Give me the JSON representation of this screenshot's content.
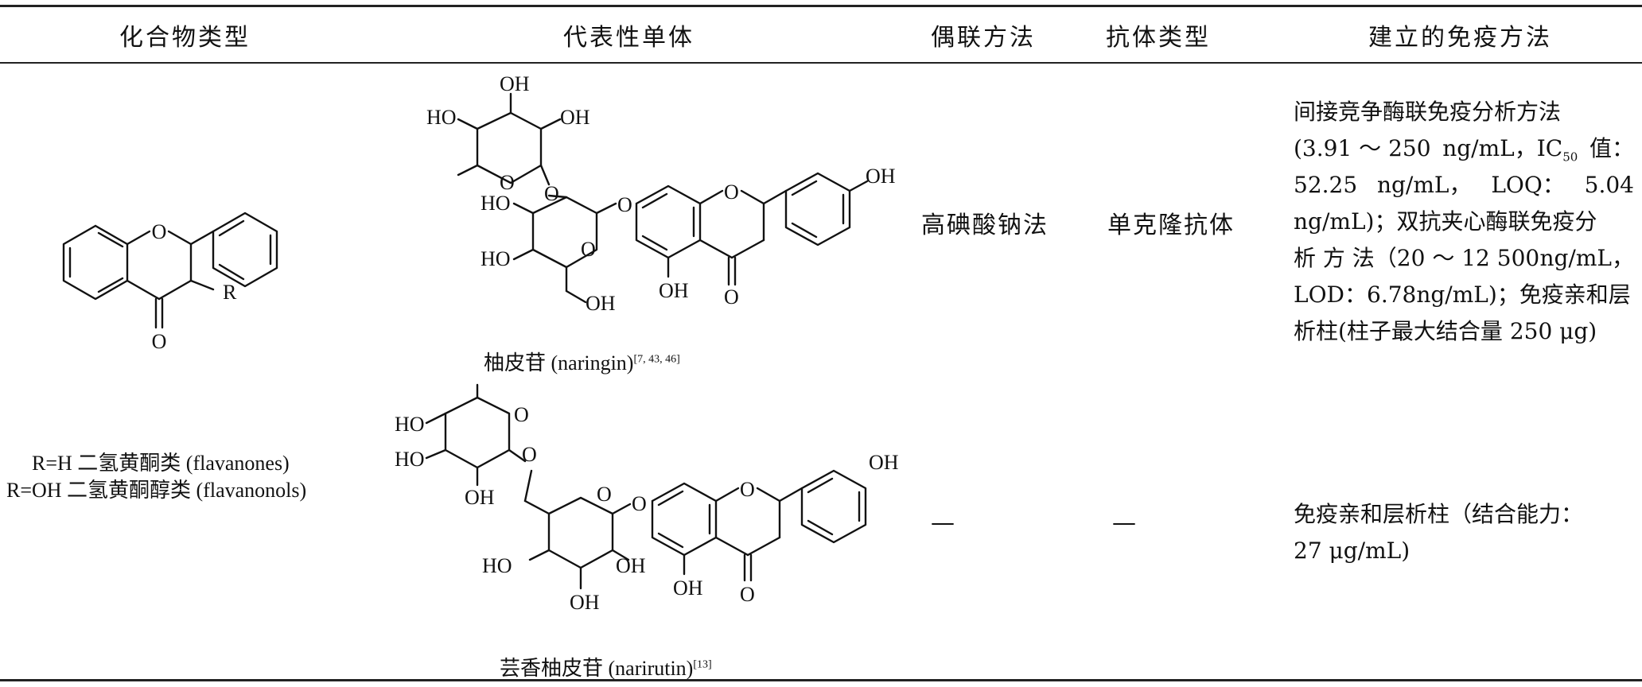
{
  "header": {
    "col1": "化合物类型",
    "col2": "代表性单体",
    "col3": "偶联方法",
    "col4": "抗体类型",
    "col5": "建立的免疫方法"
  },
  "compound": {
    "label_r": "R",
    "label_o_ring": "O",
    "label_o_keto": "O",
    "line1": "R=H 二氢黄酮类 (flavanones)",
    "line2": "R=OH 二氢黄酮醇类 (flavanonols)"
  },
  "structure_labels": {
    "oh": "OH",
    "ho": "HO",
    "o": "O"
  },
  "rows": [
    {
      "monomer_name": "柚皮苷 (naringin)",
      "monomer_ref": "[7, 43, 46]",
      "coupling": "高碘酸钠法",
      "antibody": "单克隆抗体",
      "method_lines": [
        [
          "间接竞争酶联免疫分析方法"
        ],
        [
          "(3.91 ～ 250",
          "ng/mL，IC",
          "值："
        ],
        [
          "52.25",
          "ng/mL，",
          "LOQ：",
          "5.04"
        ],
        [
          "ng/mL)；双抗夹心酶联免疫分"
        ],
        [
          "析 方 法（20 ～ 12 500",
          "ng/mL，"
        ],
        [
          "LOD：6.78ng/mL)；免疫亲和层"
        ],
        [
          "析柱(柱子最大结合量 250 μg)"
        ]
      ],
      "ic_subscript": "50"
    },
    {
      "monomer_name": "芸香柚皮苷 (narirutin)",
      "monomer_ref": "[13]",
      "coupling": "—",
      "antibody": "—",
      "method_lines": [
        [
          "免疫亲和层析柱（结合能力："
        ],
        [
          "27 μg/mL)"
        ]
      ]
    }
  ]
}
